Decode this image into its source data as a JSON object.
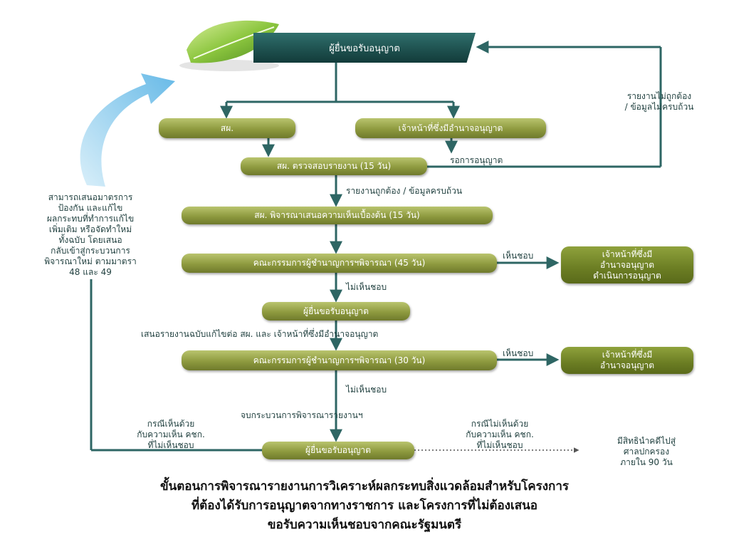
{
  "boxes": {
    "applicant_top": "ผู้ยื่นขอรับอนุญาต",
    "onep": "สผ.",
    "authority": "เจ้าหน้าที่ซึ่งมีอำนาจอนุญาต",
    "onep_check": "สผ. ตรวจสอบรายงาน (15 วัน)",
    "onep_prelim": "สผ. พิจารณาเสนอความเห็นเบื้องต้น (15 วัน)",
    "expert_45": "คณะกรรมการผู้ชำนาญการฯพิจารณา (45 วัน)",
    "authority_proceed_1": "เจ้าหน้าที่ซึ่งมี",
    "authority_proceed_2": "อำนาจอนุญาต",
    "authority_proceed_3": "ดำเนินการอนุญาต",
    "applicant_mid": "ผู้ยื่นขอรับอนุญาต",
    "expert_30": "คณะกรรมการผู้ชำนาญการฯพิจารณา (30 วัน)",
    "authority_final_1": "เจ้าหน้าที่ซึ่งมี",
    "authority_final_2": "อำนาจอนุญาต",
    "applicant_bottom": "ผู้ยื่นขอรับอนุญาต"
  },
  "labels": {
    "incorrect_1": "รายงานไม่ถูกต้อง",
    "incorrect_2": "/ ข้อมูลไม่ครบถ้วน",
    "await_permit": "รอการอนุญาต",
    "correct": "รายงานถูกต้อง / ข้อมูลครบถ้วน",
    "approve_1": "เห็นชอบ",
    "disapprove_1": "ไม่เห็นชอบ",
    "resubmit": "เสนอรายงานฉบับแก้ไขต่อ สผ. และ เจ้าหน้าที่ซึ่งมีอำนาจอนุญาต",
    "approve_2": "เห็นชอบ",
    "disapprove_2": "ไม่เห็นชอบ",
    "end_process": "จบกระบวนการพิจารณารายงานฯ",
    "agree_1": "กรณีเห็นด้วย",
    "agree_2": "กับความเห็น คชก.",
    "agree_3": "ที่ไม่เห็นชอบ",
    "disagree_1": "กรณีไม่เห็นด้วย",
    "disagree_2": "กับความเห็น คชก.",
    "disagree_3": "ที่ไม่เห็นชอบ",
    "court_1": "มีสิทธินำคดีไปสู่",
    "court_2": "ศาลปกครอง",
    "court_3": "ภายใน 90 วัน"
  },
  "side_note": [
    "สามารถเสนอมาตรการ",
    "ป้องกัน และแก้ไข",
    "ผลกระทบที่ทำการแก้ไข",
    "เพิ่มเติม หรือจัดทำใหม่",
    "ทั้งฉบับ โดยเสนอ",
    "กลับเข้าสู่กระบวนการ",
    "พิจารณาใหม่ ตามมาตรา",
    "48 และ 49"
  ],
  "caption": [
    "ขั้นตอนการพิจารณารายงานการวิเคราะห์ผลกระทบสิ่งแวดล้อมสำหรับโครงการ",
    "ที่ต้องได้รับการอนุญาตจากทางราชการ และโครงการที่ไม่ต้องเสนอ",
    "ขอรับความเห็นชอบจากคณะรัฐมนตรี"
  ],
  "colors": {
    "line": "#2e6664",
    "box_olive": "#8e9a3f",
    "box_top": "#1d4f4d",
    "leaf": "#8cc63f",
    "swoosh": "#7ec8ea"
  },
  "icons": [
    "leaf-icon",
    "blue-swoosh-arrow-icon"
  ]
}
